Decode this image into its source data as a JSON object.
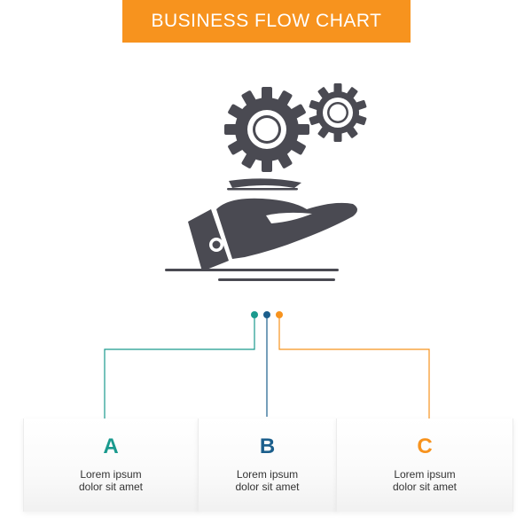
{
  "header": {
    "title": "BUSINESS FLOW CHART"
  },
  "colors": {
    "banner": "#f7931e",
    "icon": "#4a4a52",
    "step_a": "#1a9a8e",
    "step_b": "#1c5f8c",
    "step_c": "#f7931e"
  },
  "illustration": {
    "icon_name": "hand-holding-gears-icon"
  },
  "steps": [
    {
      "letter": "A",
      "line1": "Lorem ipsum",
      "line2": "dolor sit amet"
    },
    {
      "letter": "B",
      "line1": "Lorem ipsum",
      "line2": "dolor sit amet"
    },
    {
      "letter": "C",
      "line1": "Lorem ipsum",
      "line2": "dolor sit amet"
    }
  ]
}
